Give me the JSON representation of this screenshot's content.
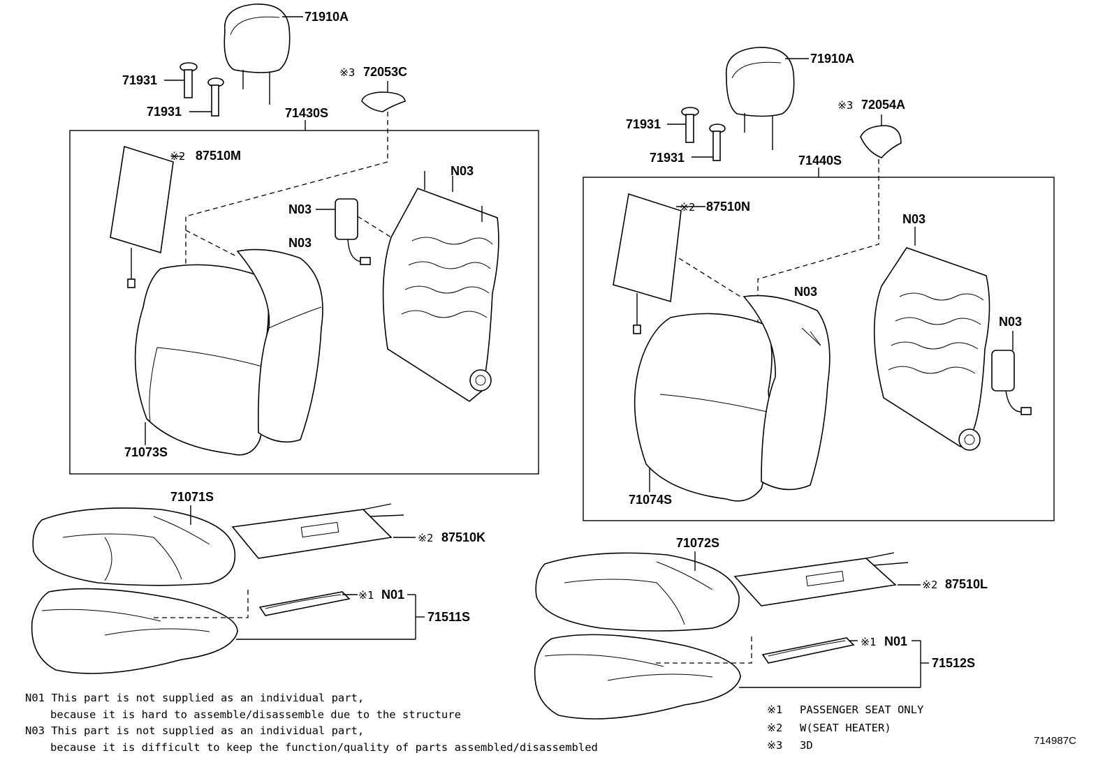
{
  "diagram_id": "714987C",
  "left": {
    "headrest": "71910A",
    "guide_a": "71931",
    "guide_b": "71931",
    "trim": "72053C",
    "trim_mark": "※3",
    "back_assy": "71430S",
    "heater": "87510M",
    "heater_mark": "※2",
    "airbag_box": "N03",
    "frame_top": "N03",
    "pad": "N03",
    "back_cover": "71073S",
    "cushion_cover": "71071S",
    "cushion_heater": "87510K",
    "cushion_heater_mark": "※2",
    "sensor": "N01",
    "sensor_mark": "※1",
    "cushion_pad": "71511S"
  },
  "right": {
    "headrest": "71910A",
    "guide_a": "71931",
    "guide_b": "71931",
    "trim": "72054A",
    "trim_mark": "※3",
    "back_assy": "71440S",
    "heater": "87510N",
    "heater_mark": "※2",
    "frame_top": "N03",
    "pad": "N03",
    "airbag_box": "N03",
    "back_cover": "71074S",
    "cushion_cover": "71072S",
    "cushion_heater": "87510L",
    "cushion_heater_mark": "※2",
    "sensor": "N01",
    "sensor_mark": "※1",
    "cushion_pad": "71512S"
  },
  "notes": {
    "n01_line1": "N01  This part is not supplied as an individual part,",
    "n01_line2": "because it is hard to assemble/disassemble due to the structure",
    "n03_line1": "N03  This part is not supplied as an individual part,",
    "n03_line2": "because it is difficult to keep the function/quality of parts assembled/disassembled"
  },
  "legend": [
    {
      "mark": "※1",
      "text": "PASSENGER SEAT ONLY"
    },
    {
      "mark": "※2",
      "text": "W(SEAT HEATER)"
    },
    {
      "mark": "※3",
      "text": "3D"
    }
  ]
}
